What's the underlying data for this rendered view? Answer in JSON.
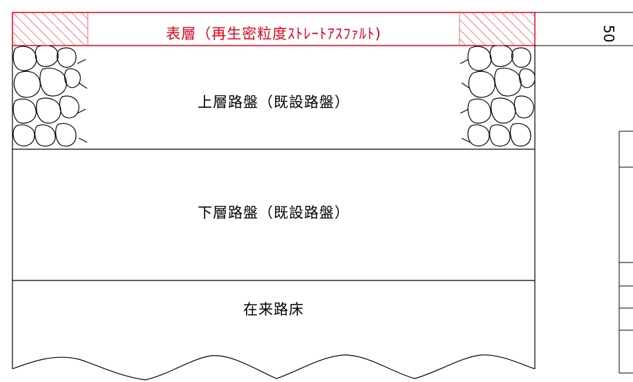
{
  "layers": {
    "surface": {
      "label": "表層（再生密粒度ｽﾄﾚｰﾄｱｽﾌｧﾙﾄ)",
      "color": "#e0001a"
    },
    "base_upper": {
      "label": "上層路盤（既設路盤）"
    },
    "base_lower": {
      "label": "下層路盤（既設路盤）"
    },
    "subgrade": {
      "label": "在来路床"
    }
  },
  "dimension": {
    "thickness_label": "50"
  },
  "colors": {
    "line": "#000000",
    "surface_line": "#e0001a",
    "background": "#ffffff"
  }
}
